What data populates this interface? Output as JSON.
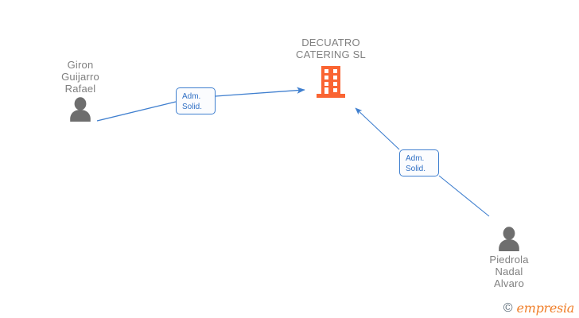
{
  "diagram": {
    "type": "corporate-relationship-graph",
    "background_color": "#ffffff",
    "nodes": [
      {
        "id": "person-left",
        "kind": "person",
        "label": "Giron\nGuijarro\nRafael",
        "icon": "person-icon",
        "color": "#6e6e6e"
      },
      {
        "id": "company",
        "kind": "company",
        "label": "DECUATRO\nCATERING SL",
        "icon": "building-icon",
        "color": "#fa6432"
      },
      {
        "id": "person-right",
        "kind": "person",
        "label": "Piedrola\nNadal\nAlvaro",
        "icon": "person-icon",
        "color": "#6e6e6e"
      }
    ],
    "edges": [
      {
        "id": "edge-left",
        "from": "person-left",
        "to": "company",
        "label": "Adm.\nSolid.",
        "color": "#3f7fcf",
        "arrow": "to"
      },
      {
        "id": "edge-right",
        "from": "person-right",
        "to": "company",
        "label": "Adm.\nSolid.",
        "color": "#3f7fcf",
        "arrow": "to"
      }
    ]
  },
  "watermark": {
    "copyright_symbol": "©",
    "brand": "empresia"
  }
}
